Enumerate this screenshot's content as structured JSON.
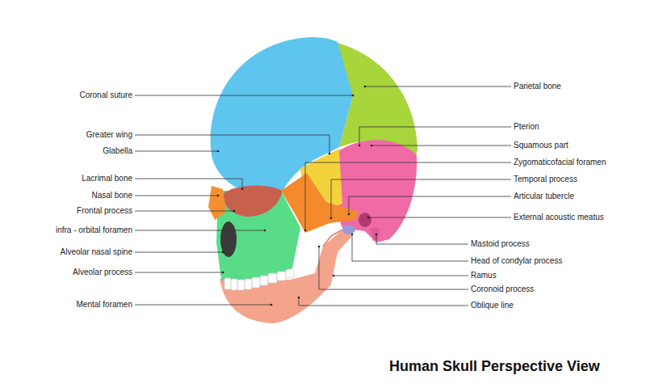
{
  "diagram": {
    "title": "Human Skull Perspective View",
    "labels": [
      "Coronal suture",
      "Greater wing",
      "Glabella",
      "Lacrimal bone",
      "Nasal bone",
      "Frontal process",
      "infra - orbital foramen",
      "Alveolar nasal spine",
      "Alveolar process",
      "Mental foramen",
      "Parietal bone",
      "Pterion",
      "Squamous part",
      "Zygomaticofacial foramen",
      "Temporal process",
      "Articular tubercle",
      "External acoustic meatus",
      "Mastoid process",
      "Head of condylar process",
      "Ramus",
      "Coronoid process",
      "Oblique line"
    ]
  }
}
